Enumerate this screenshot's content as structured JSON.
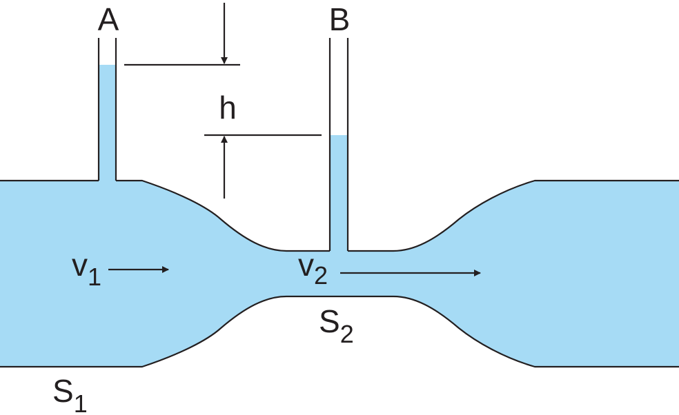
{
  "labels": {
    "tube_a": "A",
    "tube_b": "B",
    "height": "h",
    "velocity_1": {
      "base": "v",
      "sub": "1"
    },
    "velocity_2": {
      "base": "v",
      "sub": "2"
    },
    "area_1": {
      "base": "S",
      "sub": "1"
    },
    "area_2": {
      "base": "S",
      "sub": "2"
    }
  },
  "colors": {
    "fluid": "#a6dbf5",
    "line": "#231f20",
    "background": "#ffffff"
  }
}
